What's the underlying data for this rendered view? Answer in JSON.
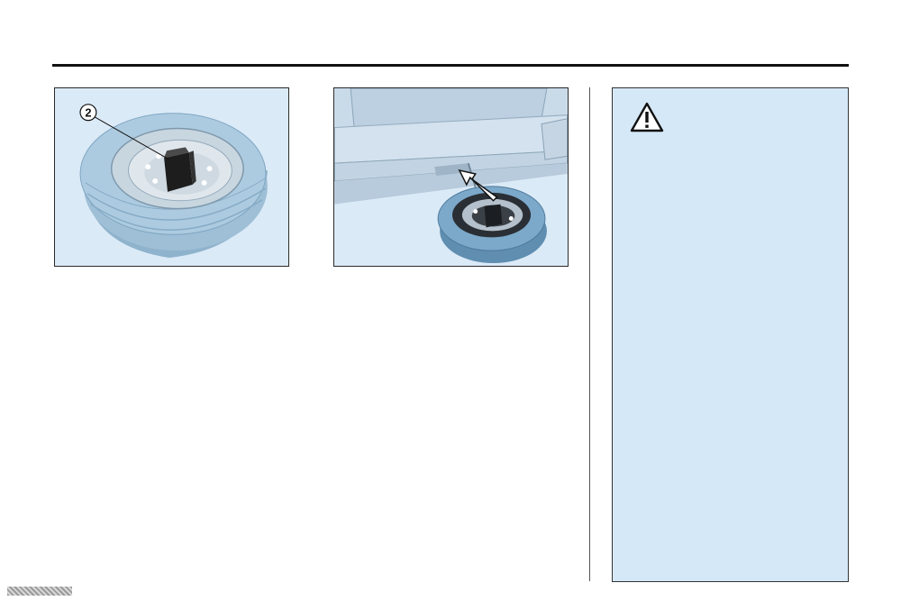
{
  "figures": [
    {
      "id": "fig1",
      "callout_label": "2"
    },
    {
      "id": "fig2"
    }
  ],
  "warning": {
    "icon": "warning-triangle-icon"
  },
  "colors": {
    "tire": "#a9c7dc",
    "tire_dark": "#6f98b7",
    "panel_bg": "#d5e8f8",
    "figure_bg": "#dbeaf7"
  }
}
